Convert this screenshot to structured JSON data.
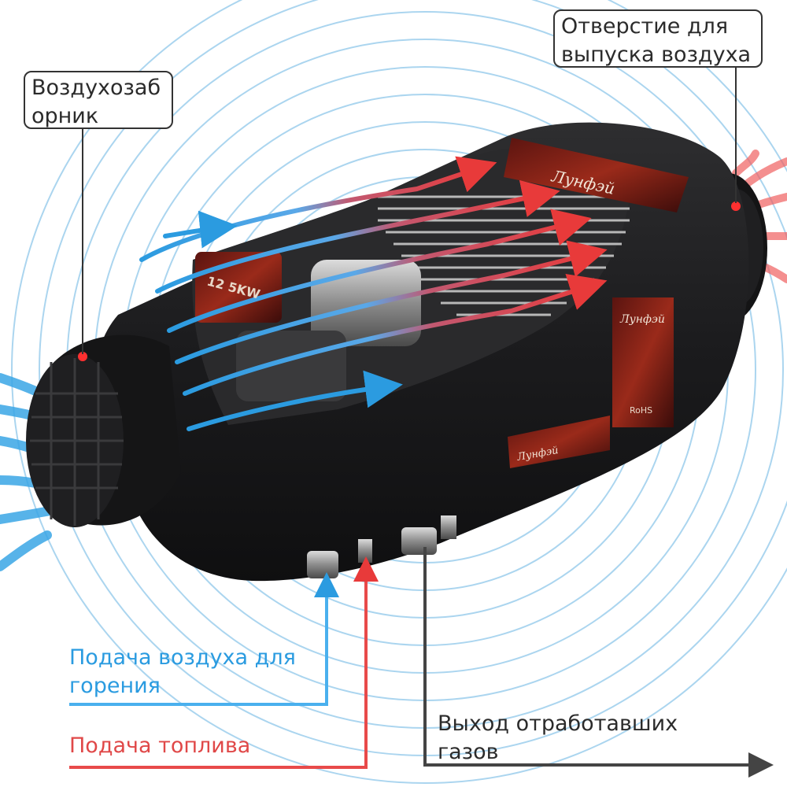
{
  "callouts": {
    "air_intake": "Воздухозаб\nорник",
    "air_outlet": "Отверстие для\nвыпуска воздуха",
    "combustion_air": "Подача воздуха для\nгорения",
    "fuel_supply": "Подача топлива",
    "exhaust": "Выход отработавших\nгазов"
  },
  "product": {
    "brand": "Лунфэй",
    "power_rating": "12 5KW",
    "rohs": "RoHS"
  },
  "colors": {
    "cold_air": "#2b9be0",
    "hot_air": "#e83a3a",
    "fuel": "#e84a4a",
    "exhaust": "#444444",
    "body": "#1c1c1e"
  },
  "icons": [
    "cold-air-arrow-icon",
    "hot-air-arrow-icon",
    "exhaust-arrow-icon",
    "indicator-light-icon"
  ]
}
